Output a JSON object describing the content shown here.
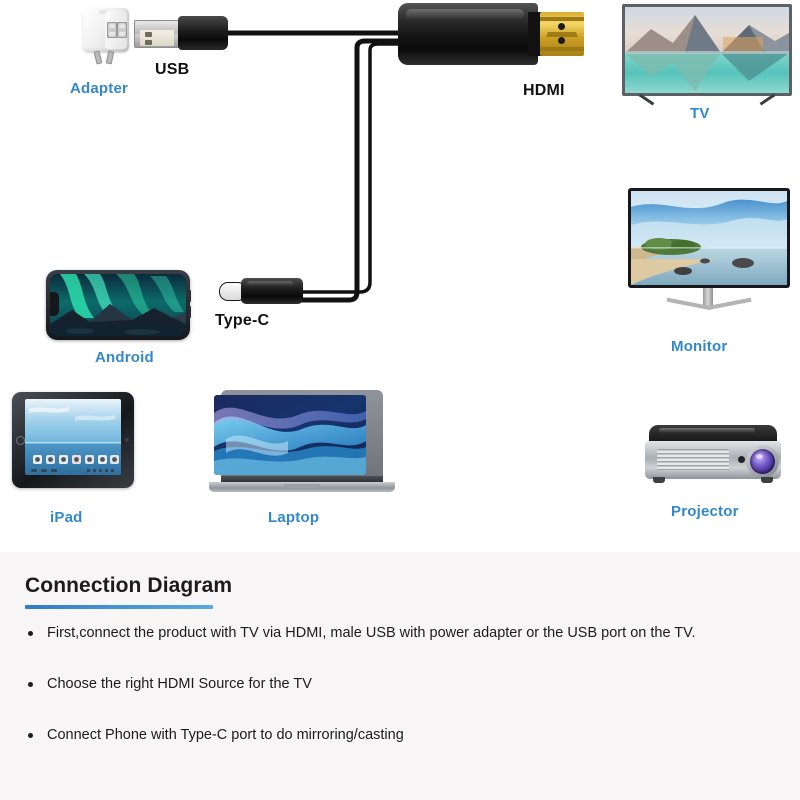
{
  "diagram": {
    "labels": {
      "adapter": "Adapter",
      "usb": "USB",
      "hdmi": "HDMI",
      "type_c": "Type-C",
      "tv": "TV",
      "monitor": "Monitor",
      "android": "Android",
      "ipad": "iPad",
      "laptop": "Laptop",
      "projector": "Projector"
    },
    "label_colors": {
      "blue": "#3388cc",
      "dark": "#111111"
    },
    "devices": {
      "adapter": "white-dual-usb-power-adapter",
      "usb_connector": "usb-a-male-connector",
      "hdmi_connector": "hdmi-male-connector-gold-plated",
      "type_c_connector": "usb-type-c-male-connector",
      "tv": "flat-screen-tv-mountain-lake-wallpaper",
      "monitor": "desktop-monitor-coastal-beach-wallpaper",
      "android": "android-smartphone-landscape-aurora-wallpaper",
      "ipad": "tablet-ocean-horizon-wallpaper",
      "laptop": "laptop-blue-wave-wallpaper",
      "projector": "video-projector-purple-lens"
    },
    "cable_color": "#111111"
  },
  "panel": {
    "heading": "Connection Diagram",
    "accent_color": "#2f7fc4",
    "background_color": "#f7f5f6",
    "bullets": [
      "First,connect the product with TV via HDMI, male USB with power adapter or the USB port on the TV.",
      "Choose the right HDMI Source for the TV",
      "Connect Phone with Type-C port to do mirroring/casting"
    ]
  }
}
